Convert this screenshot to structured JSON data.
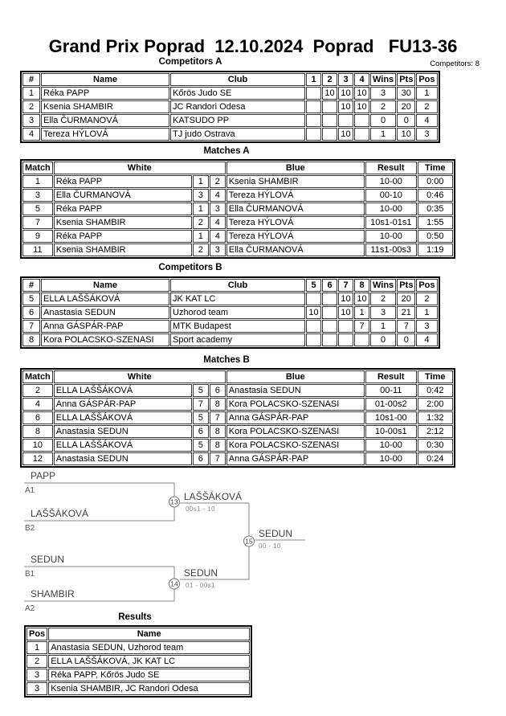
{
  "page": {
    "title": "Grand Prix Poprad  12.10.2024  Poprad   FU13-36",
    "competitors_count": "Competitors: 8"
  },
  "competitors_a": {
    "heading": "Competitors A",
    "columns": {
      "num": "#",
      "name": "Name",
      "club": "Club",
      "rounds": [
        "1",
        "2",
        "3",
        "4"
      ],
      "wins": "Wins",
      "pts": "Pts",
      "pos": "Pos"
    },
    "rows": [
      {
        "num": "1",
        "name": "Réka PAPP",
        "club": "Kőrös Judo SE",
        "r": [
          "",
          "10",
          "10",
          "10"
        ],
        "wins": "3",
        "pts": "30",
        "pos": "1"
      },
      {
        "num": "2",
        "name": "Ksenia SHAMBIR",
        "club": "JC Randori Odesa",
        "r": [
          "",
          "",
          "10",
          "10"
        ],
        "wins": "2",
        "pts": "20",
        "pos": "2"
      },
      {
        "num": "3",
        "name": "Ella ČURMANOVÁ",
        "club": "KATSUDO PP",
        "r": [
          "",
          "",
          "",
          ""
        ],
        "wins": "0",
        "pts": "0",
        "pos": "4"
      },
      {
        "num": "4",
        "name": "Tereza HÝLOVÁ",
        "club": "TJ judo Ostrava",
        "r": [
          "",
          "",
          "10",
          ""
        ],
        "wins": "1",
        "pts": "10",
        "pos": "3"
      }
    ]
  },
  "matches_a": {
    "heading": "Matches A",
    "columns": {
      "match": "Match",
      "white": "White",
      "blue": "Blue",
      "result": "Result",
      "time": "Time"
    },
    "rows": [
      {
        "match": "1",
        "white": "Réka PAPP",
        "wn": "1",
        "bn": "2",
        "blue": "Ksenia SHAMBIR",
        "result": "10-00",
        "time": "0:00"
      },
      {
        "match": "3",
        "white": "Ella ČURMANOVÁ",
        "wn": "3",
        "bn": "4",
        "blue": "Tereza HÝLOVÁ",
        "result": "00-10",
        "time": "0:46"
      },
      {
        "match": "5",
        "white": "Réka PAPP",
        "wn": "1",
        "bn": "3",
        "blue": "Ella ČURMANOVÁ",
        "result": "10-00",
        "time": "0:35"
      },
      {
        "match": "7",
        "white": "Ksenia SHAMBIR",
        "wn": "2",
        "bn": "4",
        "blue": "Tereza HÝLOVÁ",
        "result": "10s1-01s1",
        "time": "1:55"
      },
      {
        "match": "9",
        "white": "Réka PAPP",
        "wn": "1",
        "bn": "4",
        "blue": "Tereza HÝLOVÁ",
        "result": "10-00",
        "time": "0:50"
      },
      {
        "match": "11",
        "white": "Ksenia SHAMBIR",
        "wn": "2",
        "bn": "3",
        "blue": "Ella ČURMANOVÁ",
        "result": "11s1-00s3",
        "time": "1:19"
      }
    ]
  },
  "competitors_b": {
    "heading": "Competitors B",
    "columns": {
      "num": "#",
      "name": "Name",
      "club": "Club",
      "rounds": [
        "5",
        "6",
        "7",
        "8"
      ],
      "wins": "Wins",
      "pts": "Pts",
      "pos": "Pos"
    },
    "rows": [
      {
        "num": "5",
        "name": "ELLA LAŠŠÁKOVÁ",
        "club": "JK KAT LC",
        "r": [
          "",
          "",
          "10",
          "10"
        ],
        "wins": "2",
        "pts": "20",
        "pos": "2"
      },
      {
        "num": "6",
        "name": "Anastasia SEDUN",
        "club": "Uzhorod team",
        "r": [
          "10",
          "",
          "10",
          "1"
        ],
        "wins": "3",
        "pts": "21",
        "pos": "1"
      },
      {
        "num": "7",
        "name": "Anna GÁSPÁR-PAP",
        "club": "MTK Budapest",
        "r": [
          "",
          "",
          "",
          "7"
        ],
        "wins": "1",
        "pts": "7",
        "pos": "3"
      },
      {
        "num": "8",
        "name": "Kora POLACSKO-SZENASI",
        "club": "Sport academy",
        "r": [
          "",
          "",
          "",
          ""
        ],
        "wins": "0",
        "pts": "0",
        "pos": "4"
      }
    ]
  },
  "matches_b": {
    "heading": "Matches B",
    "columns": {
      "match": "Match",
      "white": "White",
      "blue": "Blue",
      "result": "Result",
      "time": "Time"
    },
    "rows": [
      {
        "match": "2",
        "white": "ELLA LAŠŠÁKOVÁ",
        "wn": "5",
        "bn": "6",
        "blue": "Anastasia SEDUN",
        "result": "00-11",
        "time": "0:42"
      },
      {
        "match": "4",
        "white": "Anna GÁSPÁR-PAP",
        "wn": "7",
        "bn": "8",
        "blue": "Kora POLACSKO-SZENASI",
        "result": "01-00s2",
        "time": "2:00"
      },
      {
        "match": "6",
        "white": "ELLA LAŠŠÁKOVÁ",
        "wn": "5",
        "bn": "7",
        "blue": "Anna GÁSPÁR-PAP",
        "result": "10s1-00",
        "time": "1:32"
      },
      {
        "match": "8",
        "white": "Anastasia SEDUN",
        "wn": "6",
        "bn": "8",
        "blue": "Kora POLACSKO-SZENASI",
        "result": "10-00s1",
        "time": "2:12"
      },
      {
        "match": "10",
        "white": "ELLA LAŠŠÁKOVÁ",
        "wn": "5",
        "bn": "8",
        "blue": "Kora POLACSKO-SZENASI",
        "result": "10-00",
        "time": "0:30"
      },
      {
        "match": "12",
        "white": "Anastasia SEDUN",
        "wn": "6",
        "bn": "7",
        "blue": "Anna GÁSPÁR-PAP",
        "result": "10-00",
        "time": "0:24"
      }
    ]
  },
  "bracket": {
    "slots": [
      {
        "name": "PAPP",
        "seed": "A1"
      },
      {
        "name": "LAŠŠÁKOVÁ",
        "seed": "B2"
      },
      {
        "name": "SEDUN",
        "seed": "B1"
      },
      {
        "name": "SHAMBIR",
        "seed": "A2"
      }
    ],
    "semifinal1": {
      "no": "13",
      "winner": "LAŠŠÁKOVÁ",
      "score": "00s1 - 10"
    },
    "semifinal2": {
      "no": "14",
      "winner": "SEDUN",
      "score": "01 - 00s1"
    },
    "final": {
      "no": "15",
      "winner": "SEDUN",
      "score": "00 - 10"
    }
  },
  "results": {
    "heading": "Results",
    "columns": {
      "pos": "Pos",
      "name": "Name"
    },
    "rows": [
      {
        "pos": "1",
        "name": "Anastasia SEDUN, Uzhorod team"
      },
      {
        "pos": "2",
        "name": "ELLA LAŠŠÁKOVÁ, JK KAT LC"
      },
      {
        "pos": "3",
        "name": "Réka PAPP, Kőrös Judo SE"
      },
      {
        "pos": "3",
        "name": "Ksenia SHAMBIR, JC Randori Odesa"
      }
    ]
  }
}
